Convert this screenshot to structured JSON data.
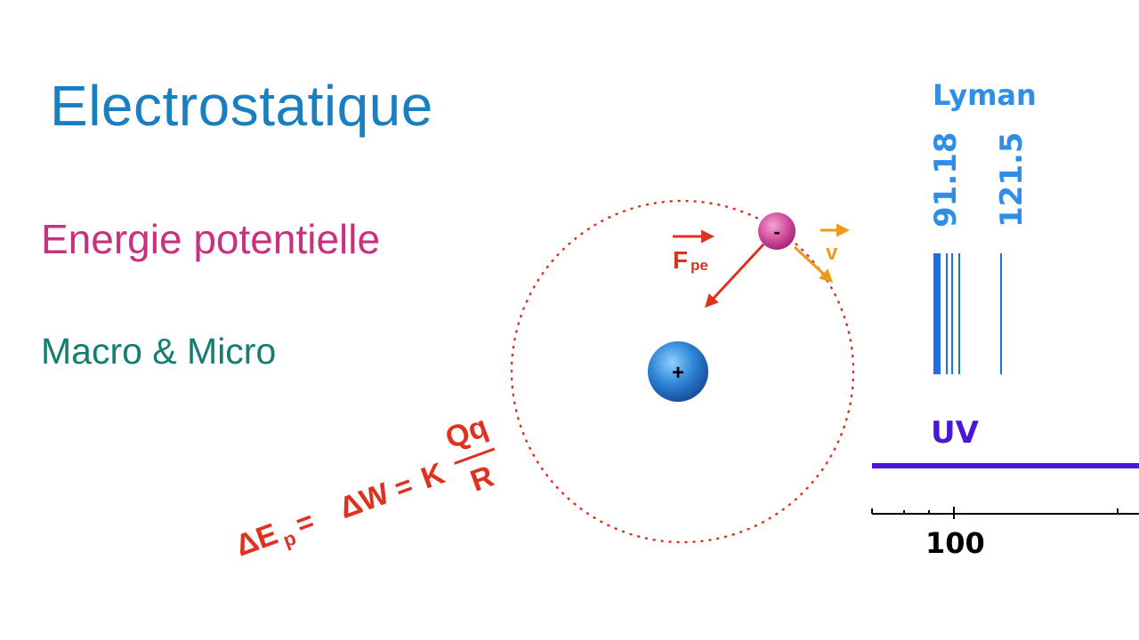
{
  "title": "Electrostatique",
  "subtitle": "Energie potentielle",
  "subsubtitle": "Macro & Micro",
  "atom": {
    "nucleus_symbol": "+",
    "electron_symbol": "-",
    "force_label": "F",
    "force_subscript": "pe",
    "velocity_label": "v"
  },
  "formula": {
    "lhs_delta": "ΔE",
    "lhs_subscript": "p",
    "eq1": "=",
    "work": "ΔW",
    "eq2": "=",
    "constant": "K",
    "numerator": "Qq",
    "denominator": "R"
  },
  "spectrum": {
    "series_name": "Lyman",
    "line_labels": [
      "91.18",
      "121.5"
    ],
    "band_label": "UV",
    "axis_tick_label": "100"
  },
  "colors": {
    "title": "#1a7fc1",
    "subtitle": "#c8317f",
    "subsubtitle": "#147d71",
    "red": "#e0301e",
    "orange": "#f09a1b",
    "spectrum_blue": "#2f8ee8",
    "uv_purple": "#4a17d8"
  }
}
